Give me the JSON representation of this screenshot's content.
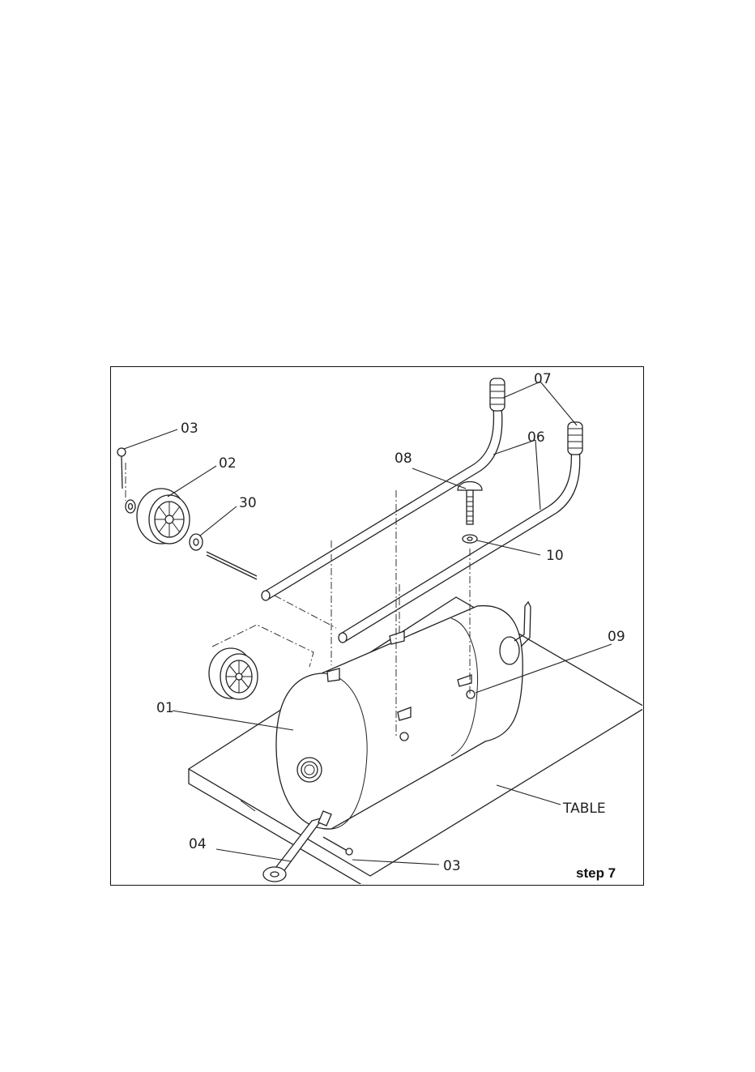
{
  "labels": {
    "part_01": "01",
    "part_02": "02",
    "part_03_top": "03",
    "part_03_bottom": "03",
    "part_04": "04",
    "part_06": "06",
    "part_07": "07",
    "part_08": "08",
    "part_09": "09",
    "part_10": "10",
    "part_30": "30",
    "table": "TABLE"
  },
  "step_label": "step 7"
}
